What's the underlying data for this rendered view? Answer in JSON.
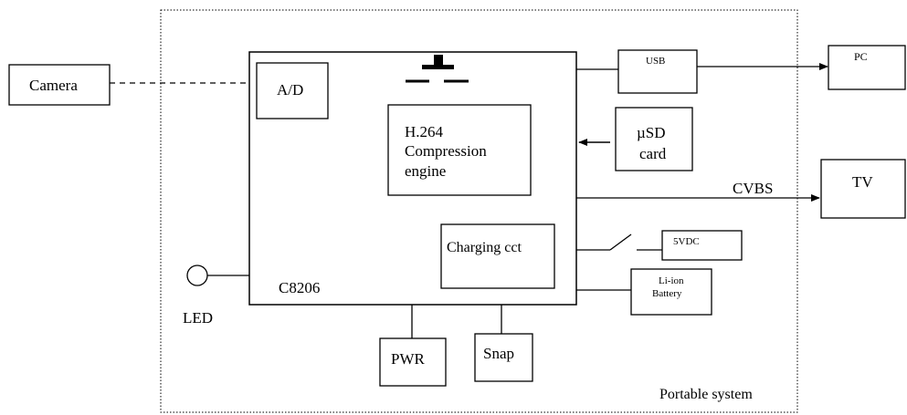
{
  "diagram": {
    "blocks": {
      "camera": "Camera",
      "ad": "A/D",
      "compression": [
        "H.264",
        "Compression",
        "engine"
      ],
      "charging": "Charging cct",
      "chip": "C8206",
      "usb": "USB",
      "pc": "PC",
      "usd": [
        "µSD",
        "card"
      ],
      "tv": "TV",
      "vdc": "5VDC",
      "battery": [
        "Li-ion",
        "Battery"
      ],
      "pwr": "PWR",
      "snap": "Snap",
      "led": "LED"
    },
    "labels": {
      "cvbs": "CVBS",
      "portable_system": "Portable system"
    }
  }
}
